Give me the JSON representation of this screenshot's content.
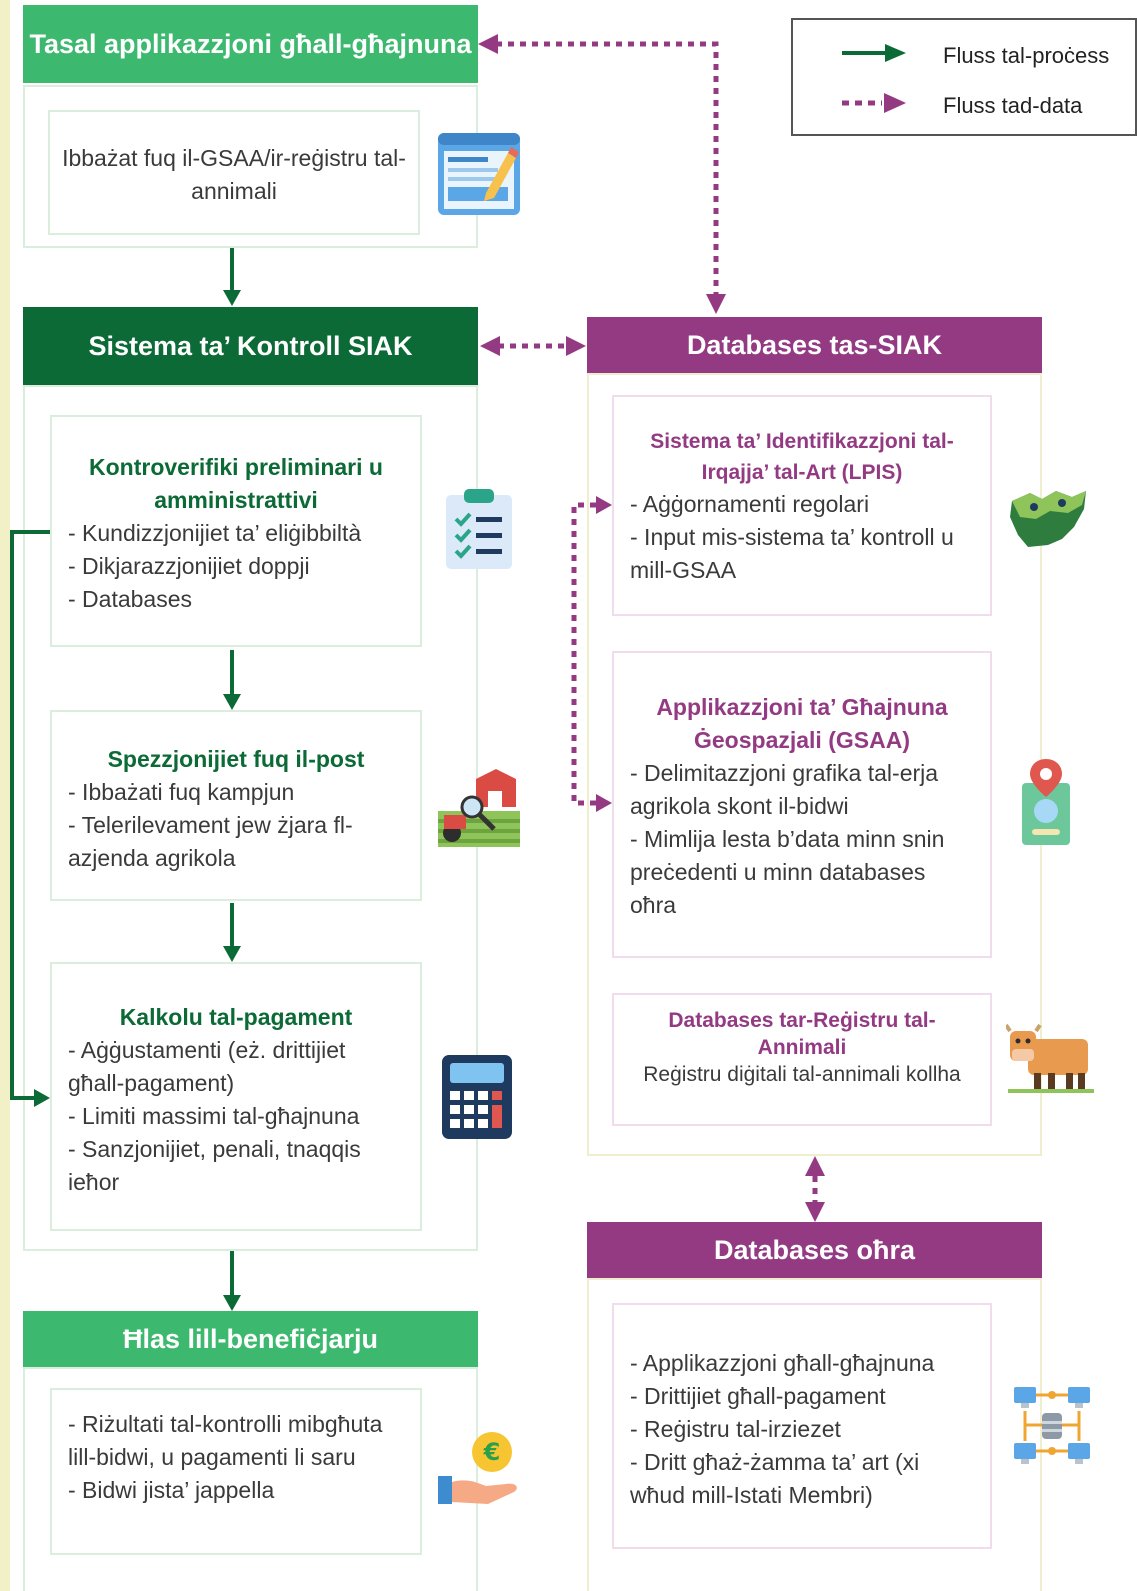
{
  "legend": {
    "process_label": "Fluss tal-proċess",
    "data_label": "Fluss tad-data",
    "process_color": "#0b6a35",
    "data_color": "#933a83"
  },
  "aid_application": {
    "header": "Tasal applikazzjoni għall-għajnuna",
    "body": "Ibbażat fuq il-GSAA/ir-reġistru tal-annimali",
    "icon": "form-edit-icon"
  },
  "control_system": {
    "header": "Sistema ta’ Kontroll SIAK",
    "steps": [
      {
        "title": "Kontroverifiki preliminari u amministrattivi",
        "items": [
          "- Kundizzjonijiet ta’ eliġibbiltà",
          "- Dikjarazzjonijiet doppji",
          "- Databases"
        ],
        "icon": "checklist-icon"
      },
      {
        "title": "Spezzjonijiet fuq il-post",
        "items": [
          "- Ibbażati fuq kampjun",
          "- Telerilevament jew żjara fl-azjenda agrikola"
        ],
        "icon": "farm-inspection-icon"
      },
      {
        "title": "Kalkolu tal-pagament",
        "items": [
          "- Aġġustamenti (eż. drittijiet għall-pagament)",
          "- Limiti massimi tal-għajnuna",
          "- Sanzjonijiet, penali, tnaqqis ieħor"
        ],
        "icon": "calculator-icon"
      }
    ]
  },
  "payment": {
    "header": "Ħlas lill-benefiċjarju",
    "items": [
      "- Riżultati tal-kontrolli mibgħuta lill-bidwi, u pagamenti li saru",
      "- Bidwi jista’ jappella"
    ],
    "icon": "euro-hand-icon"
  },
  "siak_databases": {
    "header": "Databases tas-SIAK",
    "lpis": {
      "title": "Sistema ta’ Identifikazzjoni tal-Irqajja’ tal-Art (LPIS)",
      "items": [
        "- Aġġornamenti regolari",
        "- Input mis-sistema ta’ kontroll u mill-GSAA"
      ],
      "icon": "land-map-icon"
    },
    "gsaa": {
      "title": "Applikazzjoni ta’ Għajnuna Ġeospazjali (GSAA)",
      "items": [
        "- Delimitazzjoni grafika tal-erja agrikola skont il-bidwi",
        "- Mimlija lesta b’data minn snin preċedenti u minn databases oħra"
      ],
      "icon": "map-pin-icon"
    },
    "animal_registry": {
      "title": "Databases tar-Reġistru tal-Annimali",
      "body": "Reġistru diġitali tal-annimali kollha",
      "icon": "cow-icon"
    }
  },
  "other_databases": {
    "header": "Databases oħra",
    "items": [
      "- Applikazzjoni għall-għajnuna",
      "- Drittijiet għall-pagament",
      "- Reġistru tal-irziezet",
      "- Dritt għaż-żamma ta’ art (xi wħud mill-Istati Membri)"
    ],
    "icon": "network-servers-icon"
  }
}
